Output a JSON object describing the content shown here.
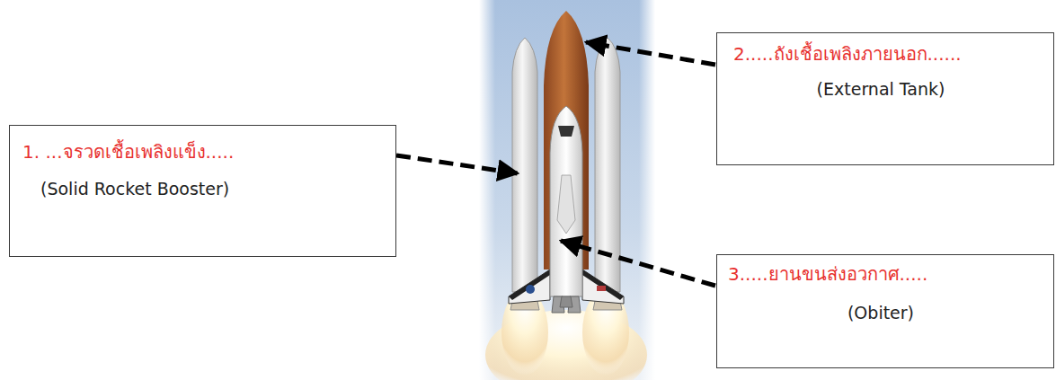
{
  "diagram": {
    "nodes": [
      {
        "text": [
          "1. ...จรวดเชื้อเพลิงแข็ง.....",
          "(Solid Rocket Booster)"
        ]
      },
      {
        "text": [
          "2.....ถังเชื้อเพลิงภายนอก......",
          "(External Tank)"
        ]
      },
      {
        "text": [
          "3.....ยานขนส่งอวกาศ.....",
          "(Obiter)"
        ]
      }
    ]
  }
}
